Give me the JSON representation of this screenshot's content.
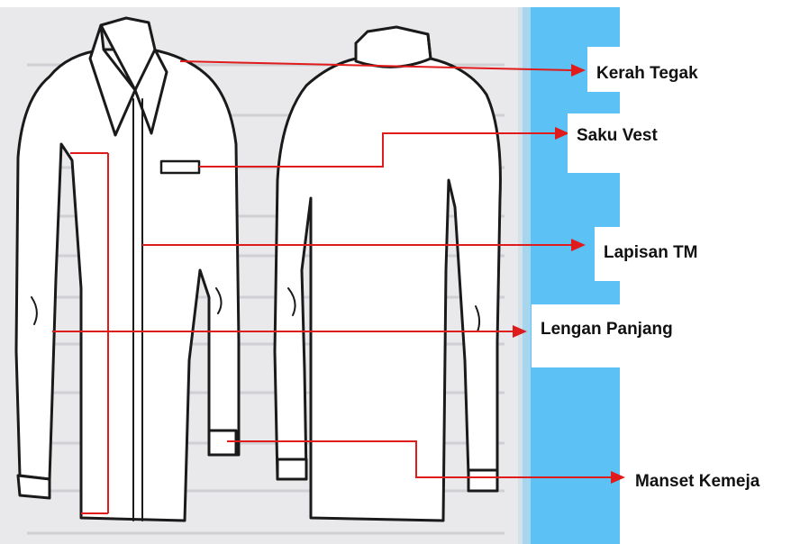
{
  "figure": {
    "labels": {
      "collar": "Kerah Tegak",
      "pocket": "Saku Vest",
      "lining": "Lapisan TM",
      "sleeve": "Lengan Panjang",
      "cuff": "Manset Kemeja"
    },
    "colors": {
      "background_blue": "#5cc1f4",
      "scan_paper": "#e9e9ec",
      "outline": "#1a1a1a",
      "leader_line": "#e01b1b"
    }
  }
}
